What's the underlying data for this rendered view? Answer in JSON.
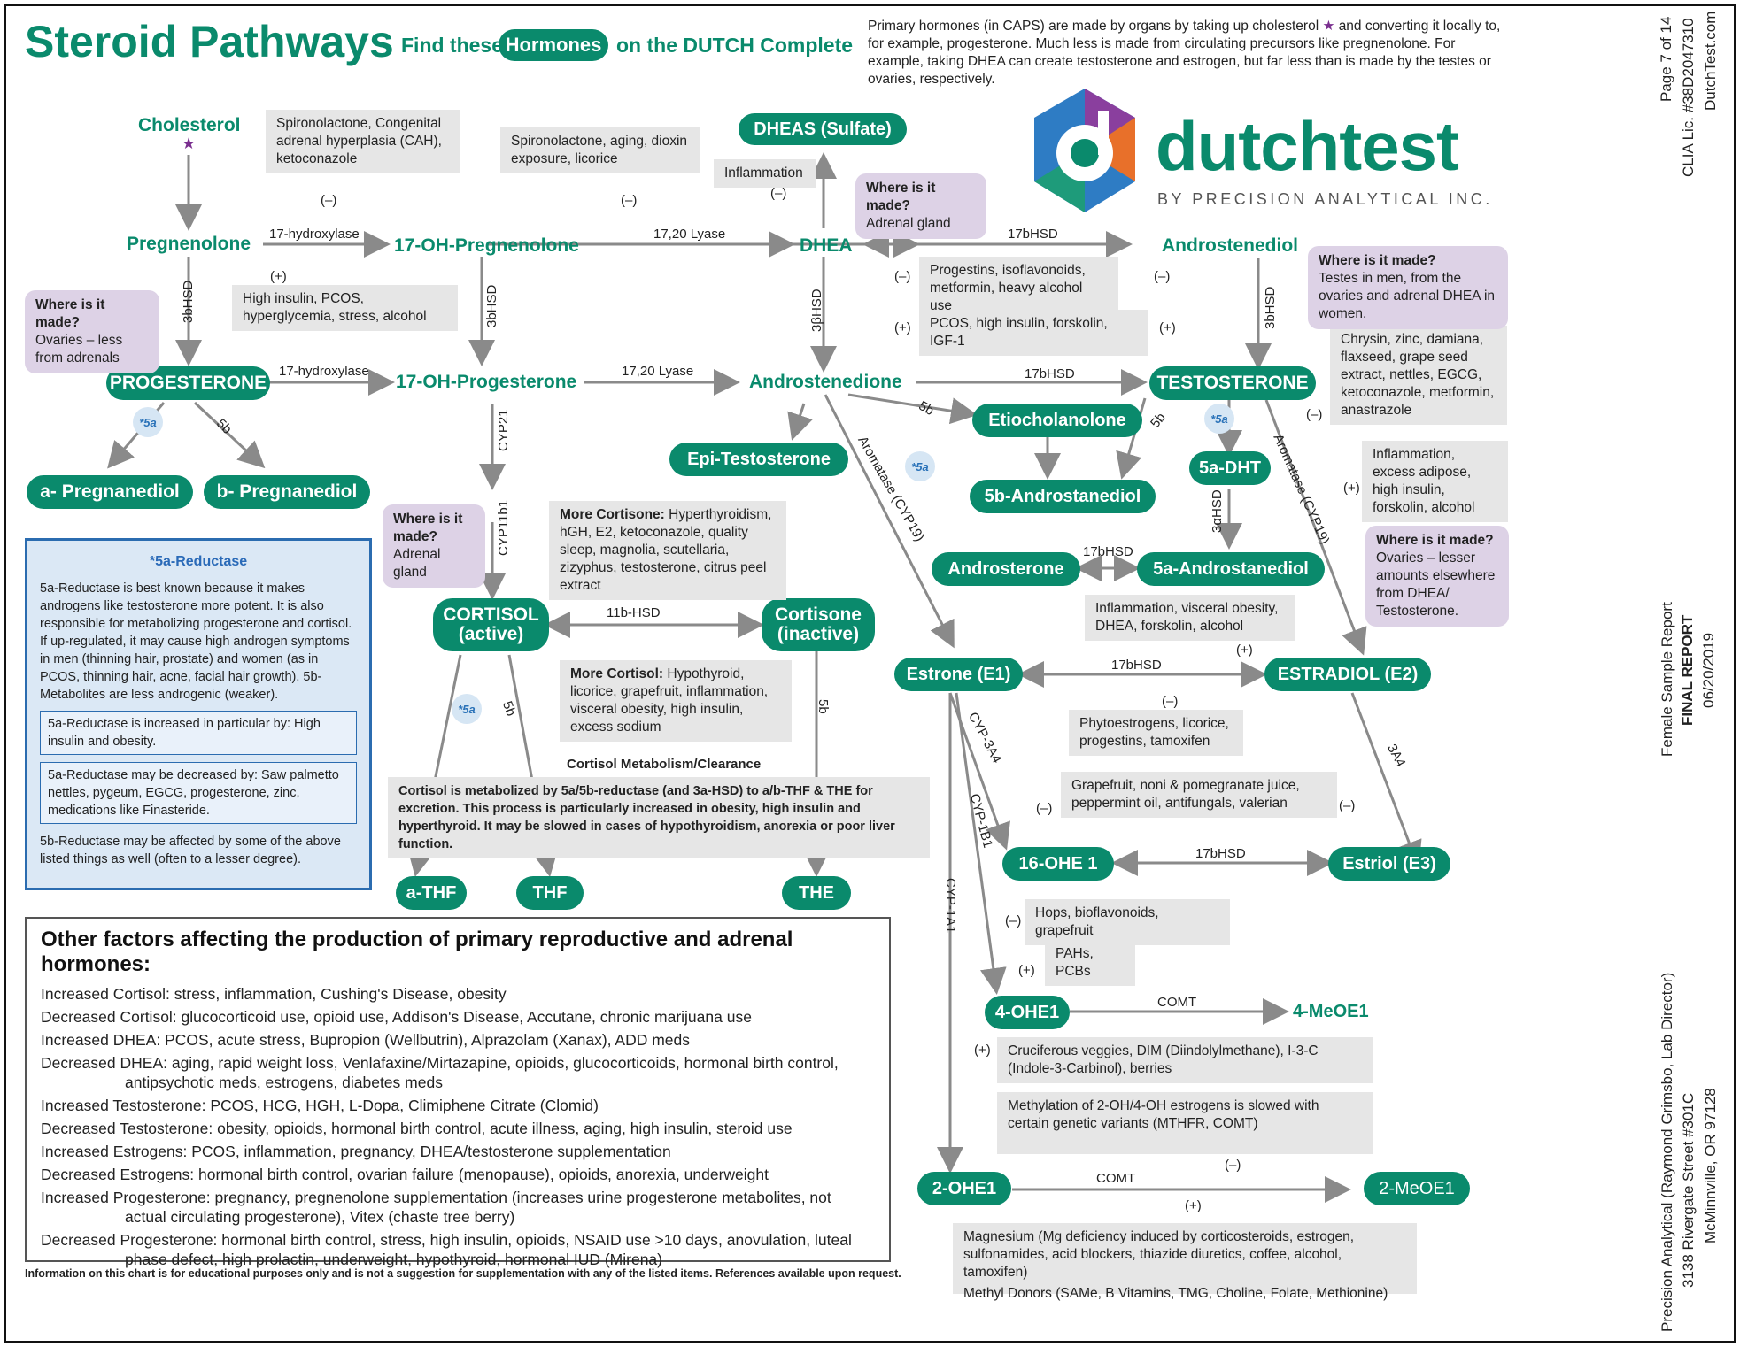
{
  "header": {
    "title": "Steroid Pathways",
    "find_prefix": "Find these",
    "find_badge": "Hormones",
    "find_suffix": "on the DUTCH Complete",
    "intro_p1": "Primary hormones (in CAPS) are made by organs by taking up cholesterol",
    "intro_p2": "and converting it locally to, for example, progesterone. Much less is made from circulating precursors like pregnenolone. For example, taking DHEA can create testosterone and estrogen, but far less than is made by the testes or ovaries, respectively."
  },
  "logo": {
    "name": "dutchtest",
    "sub": "BY PRECISION ANALYTICAL INC."
  },
  "side": {
    "page": "Page 7 of 14",
    "clia": "CLIA Lic. #38D2047310",
    "site": "DutchTest.com",
    "report": "Female Sample Report",
    "final": "FINAL REPORT",
    "date": "06/20/2019",
    "lab": "Precision Analytical (Raymond Grimsbo, Lab Director)",
    "addr1": "3138 Rivergate Street #301C",
    "addr2": "McMinnville, OR 97128"
  },
  "nodes": {
    "cholesterol": "Cholesterol",
    "pregnenolone": "Pregnenolone",
    "oh_preg": "17-OH-Pregnenolone",
    "dhea": "DHEA",
    "dheas": "DHEAS (Sulfate)",
    "androstenediol": "Androstenediol",
    "progesterone": "PROGESTERONE",
    "oh_prog": "17-OH-Progesterone",
    "androstenedione": "Androstenedione",
    "testosterone": "TESTOSTERONE",
    "a_preg": "a- Pregnanediol",
    "b_preg": "b- Pregnanediol",
    "epi_t": "Epi-Testosterone",
    "etio": "Etiocholanolone",
    "b5_andro": "5b-Androstanediol",
    "dht": "5a-DHT",
    "androsterone": "Androsterone",
    "a5_andro": "5a-Androstanediol",
    "cortisol_1": "CORTISOL",
    "cortisol_2": "(active)",
    "cortisone_1": "Cortisone",
    "cortisone_2": "(inactive)",
    "estrone": "Estrone (E1)",
    "estradiol": "ESTRADIOL (E2)",
    "ohe16": "16-OHE 1",
    "estriol": "Estriol (E3)",
    "ohe4": "4-OHE1",
    "meoe4": "4-MeOE1",
    "ohe2": "2-OHE1",
    "meoe2": "2-MeOE1",
    "athf": "a-THF",
    "thf": "THF",
    "the": "THE"
  },
  "labels": {
    "hydroxylase1": "17-hydroxylase",
    "hydroxylase2": "17-hydroxylase",
    "lyase1": "17,20 Lyase",
    "lyase2": "17,20 Lyase",
    "hsd17_1": "17bHSD",
    "hsd17_2": "17bHSD",
    "hsd17_3": "17bHSD",
    "hsd17_4": "17bHSD",
    "hsd17_5": "17bHSD",
    "bhsd3_1": "3bHSD",
    "bhsd3_2": "3bHSD",
    "bhsd3_3": "3βHSD",
    "bhsd3_4": "3bHSD",
    "ahsd3": "3αHSD",
    "cyp21": "CYP21",
    "cyp11b1": "CYP11b1",
    "hsd11": "11b-HSD",
    "aromatase1": "Aromatase (CYP19)",
    "aromatase2": "Aromatase (CYP19)",
    "cyp3a4": "CYP-3A4",
    "a4": "3A4",
    "cyp1b1": "CYP-1B1",
    "cyp1a1": "CYP-1A1",
    "comt1": "COMT",
    "comt2": "COMT",
    "b5_1": "5b",
    "b5_2": "5b",
    "b5_3": "5b",
    "b5_4": "5b",
    "b5_5": "5b",
    "a5": "*5a"
  },
  "boxes": {
    "spiro1": "Spironolactone, Congenital adrenal hyperplasia (CAH), ketoconazole",
    "spiro2": "Spironolactone, aging, dioxin exposure, licorice",
    "insulin": "High insulin, PCOS, hyperglycemia, stress, alcohol",
    "inflammation": "Inflammation",
    "progestins": "Progestins, isoflavonoids, metformin, heavy alcohol use",
    "pcos": "PCOS, high insulin, forskolin, IGF-1",
    "chrysin": "Chrysin, zinc, damiana, flaxseed, grape seed extract, nettles, EGCG, ketoconazole, metformin, anastrazole",
    "inflam2": "Inflammation, excess adipose, high insulin, forskolin, alcohol",
    "more_cortisone_h": "More Cortisone:",
    "more_cortisone": "Hyperthyroidism, hGH, E2, ketoconazole, quality sleep, magnolia, scutellaria, zizyphus, testosterone, citrus peel extract",
    "more_cortisol_h": "More Cortisol:",
    "more_cortisol": "Hypothyroid, licorice, grapefruit, inflammation, visceral obesity, high insulin, excess sodium",
    "clearance_h": "Cortisol Metabolism/Clearance",
    "clearance": "Cortisol is metabolized by 5a/5b-reductase (and 3a-HSD) to a/b-THF & THE for excretion. This process is particularly increased in obesity, high insulin and hyperthyroid. It may be slowed in cases of hypothyroidism, anorexia or poor liver function.",
    "inflam3": "Inflammation, visceral obesity, DHEA, forskolin, alcohol",
    "phyto": "Phytoestrogens, licorice, progestins, tamoxifen",
    "grapefruit": "Grapefruit, noni & pomegranate juice, peppermint oil, antifungals, valerian",
    "hops": "Hops, bioflavonoids, grapefruit",
    "pahs": "PAHs, PCBs",
    "crucif": "Cruciferous veggies, DIM (Diindolylmethane), I-3-C (Indole-3-Carbinol), berries",
    "methyl": "Methylation of 2-OH/4-OH estrogens is slowed with certain genetic variants (MTHFR, COMT)",
    "magnesium": "Magnesium (Mg deficiency induced by corticosteroids, estrogen, sulfonamides, acid blockers, thiazide diuretics, coffee, alcohol, tamoxifen)",
    "donors": "Methyl Donors (SAMe, B Vitamins, TMG, Choline, Folate, Methionine)"
  },
  "where": {
    "q": "Where is it made?",
    "ovaries": "Ovaries – less from adrenals",
    "adrenal1": "Adrenal gland",
    "testes": "Testes in men, from the ovaries and adrenal DHEA in women.",
    "adrenal2_q": "Where is it made?",
    "adrenal2": "Adrenal gland",
    "ovaries2": "Ovaries – lesser amounts elsewhere from DHEA/ Testosterone."
  },
  "reductase": {
    "title": "*5a-Reductase",
    "p1": "5a-Reductase is best known because it makes androgens like testosterone more potent. It is also responsible for metabolizing progesterone and cortisol. If up-regulated, it may cause high androgen symptoms in men (thinning hair, prostate) and women (as in PCOS, thinning hair, acne, facial hair growth). 5b-Metabolites are less androgenic (weaker).",
    "p2": "5a-Reductase is increased in particular by: High insulin and obesity.",
    "p3": "5a-Reductase may be decreased by: Saw palmetto nettles, pygeum, EGCG, progesterone, zinc, medications like Finasteride.",
    "p4": "5b-Reductase may be affected by some of the above listed things as well (often to a lesser degree)."
  },
  "factors": {
    "title": "Other factors affecting the production of primary reproductive and adrenal hormones:",
    "items": [
      "Increased Cortisol: stress, inflammation, Cushing's Disease, obesity",
      "Decreased Cortisol: glucocorticoid use, opioid use, Addison's Disease, Accutane, chronic marijuana use",
      "Increased DHEA: PCOS, acute stress, Bupropion (Wellbutrin), Alprazolam (Xanax), ADD meds",
      "Decreased DHEA: aging, rapid weight loss, Venlafaxine/Mirtazapine, opioids, glucocorticoids, hormonal birth control, antipsychotic meds, estrogens, diabetes meds",
      "Increased Testosterone: PCOS, HCG, HGH, L-Dopa, Climiphene Citrate (Clomid)",
      "Decreased Testosterone: obesity, opioids, hormonal birth control, acute illness, aging, high insulin, steroid use",
      "Increased Estrogens: PCOS, inflammation, pregnancy, DHEA/testosterone supplementation",
      "Decreased Estrogens: hormonal birth control, ovarian failure (menopause), opioids, anorexia, underweight",
      "Increased Progesterone: pregnancy, pregnenolone supplementation (increases urine progesterone metabolites, not actual circulating progesterone), Vitex (chaste tree berry)",
      "Decreased Progesterone: hormonal birth control, stress, high insulin, opioids, NSAID use >10 days, anovulation, luteal phase defect, high prolactin, underweight, hypothyroid, hormonal IUD (Mirena)"
    ]
  },
  "footer": "Information on this chart is for educational purposes only and is not a suggestion for supplementation with any of the listed items. References available upon request.",
  "signs": {
    "minus": "(–)",
    "plus": "(+)"
  },
  "colors": {
    "green": "#0a8a6c",
    "purple": "#ddd2e6",
    "blue": "#2b6cb0",
    "grey": "#e6e6e6"
  }
}
